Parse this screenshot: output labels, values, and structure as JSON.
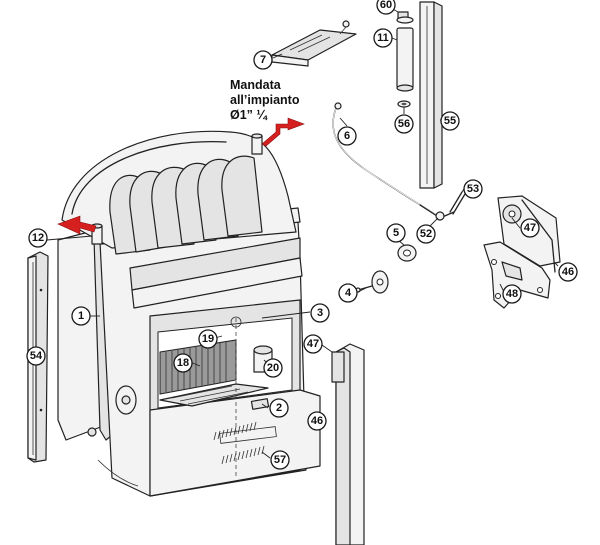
{
  "outlet_label": {
    "line1": "Mandata",
    "line2": "all’impianto",
    "line3": "Ø1” ¼"
  },
  "colors": {
    "arrow": "#d62020",
    "line": "#222222",
    "panel": "#e4e4e4"
  },
  "callouts": {
    "c60": "60",
    "c7": "7",
    "c11": "11",
    "c6": "6",
    "c56": "56",
    "c55": "55",
    "c53": "53",
    "c5": "5",
    "c52": "52",
    "c47a": "47",
    "c46a": "46",
    "c48": "48",
    "c12": "12",
    "c4": "4",
    "c3": "3",
    "c1": "1",
    "c54": "54",
    "c19": "19",
    "c47b": "47",
    "c18": "18",
    "c20": "20",
    "c2": "2",
    "c46b": "46",
    "c57": "57"
  }
}
